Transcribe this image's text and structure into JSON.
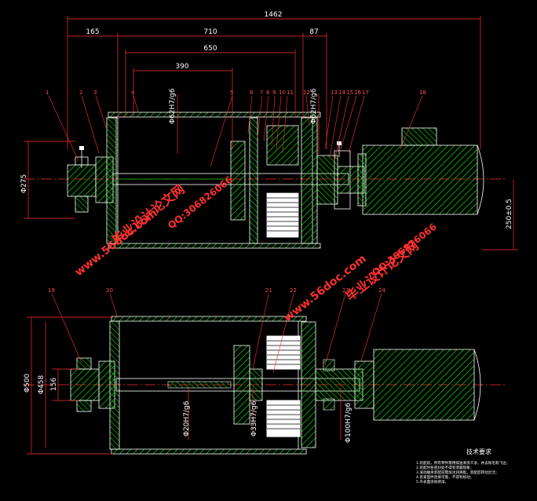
{
  "dimensions": {
    "overall": "1462",
    "d165": "165",
    "d710": "710",
    "d87": "87",
    "d650": "650",
    "d390": "390",
    "fit_62a": "Φ62H7/g6",
    "fit_62b": "Φ62H7/g6",
    "dia_275": "Φ275",
    "dim_250": "250±0.5",
    "dia_500": "Φ500",
    "dia_458": "Φ458",
    "dim_156": "156",
    "fit_20": "Φ20H7/g6",
    "fit_33": "Φ33H7/g6",
    "fit_100": "Φ100H7/g6"
  },
  "part_labels": [
    "1",
    "2",
    "3",
    "4",
    "5",
    "6",
    "7",
    "8",
    "9",
    "10",
    "11",
    "12",
    "13",
    "14",
    "15",
    "16",
    "17",
    "18",
    "19",
    "20",
    "21",
    "22",
    "23",
    "24"
  ],
  "watermarks": {
    "site": "www.56doc.com",
    "cn": "毕业设计论文网",
    "qq": "QQ:306826066"
  },
  "tech_notes": {
    "title": "技术要求",
    "lines": [
      "1.装配前，所有零件需用煤油清洗干净，并去除毛刺飞边；",
      "2.装配时各密封处不得有渗漏现象；",
      "3.滚动轴承装配前需加注润滑脂，装配后转动灵活；",
      "4.各紧固件连接可靠，不得有松动；",
      "5.外表面涂防锈漆。"
    ]
  },
  "colors": {
    "background": "#000000",
    "outline": "#ffffff",
    "hatch": "#00c800",
    "dimension": "#ffffff",
    "label": "#ff4d4d",
    "centerline": "#ff3030",
    "watermark": "#ff3030"
  }
}
